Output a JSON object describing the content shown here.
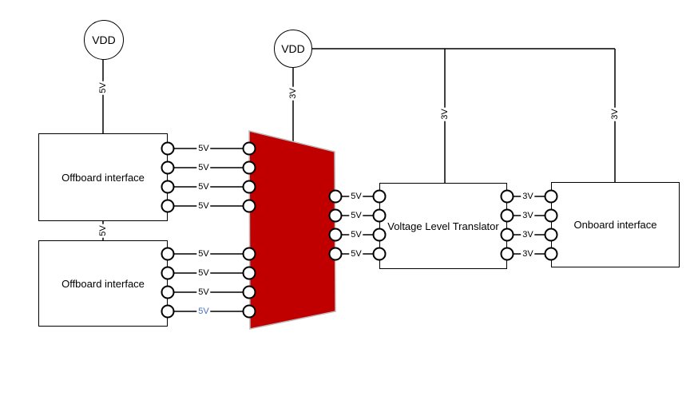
{
  "labels": {
    "vdd": "VDD",
    "offboard_interface": "Offboard interface",
    "voltage_level_translator": "Voltage Level Translator",
    "onboard_interface": "Onboard interface",
    "v5": "5V",
    "v3": "3V"
  },
  "colors": {
    "background": "#ffffff",
    "wire": "#000000",
    "label_text": "#000000",
    "highlight_label_text": "#4472c4",
    "bus_fill": "#c00000",
    "bus_border": "#bbbbbb",
    "connector_fill": "#ffffff",
    "connector_border": "#000000"
  },
  "structure": {
    "rails": [
      {
        "source_label": "VDD",
        "rail_label": "5V",
        "feeds": [
          "Offboard interface (top)",
          "Offboard interface (bottom)"
        ]
      },
      {
        "source_label": "VDD",
        "rail_label": "3V",
        "feeds": [
          "red bus shape",
          "Voltage Level Translator",
          "Onboard interface"
        ]
      }
    ],
    "wire_groups": [
      {
        "from": "Offboard interface (top)",
        "to": "red bus shape",
        "count": 4,
        "each_label": "5V"
      },
      {
        "from": "Offboard interface (bottom)",
        "to": "red bus shape",
        "count": 4,
        "each_label": "5V",
        "last_label_color": "#4472c4"
      },
      {
        "from": "red bus shape",
        "to": "Voltage Level Translator",
        "count": 4,
        "each_label": "5V"
      },
      {
        "from": "Voltage Level Translator",
        "to": "Onboard interface",
        "count": 4,
        "each_label": "3V"
      }
    ]
  }
}
